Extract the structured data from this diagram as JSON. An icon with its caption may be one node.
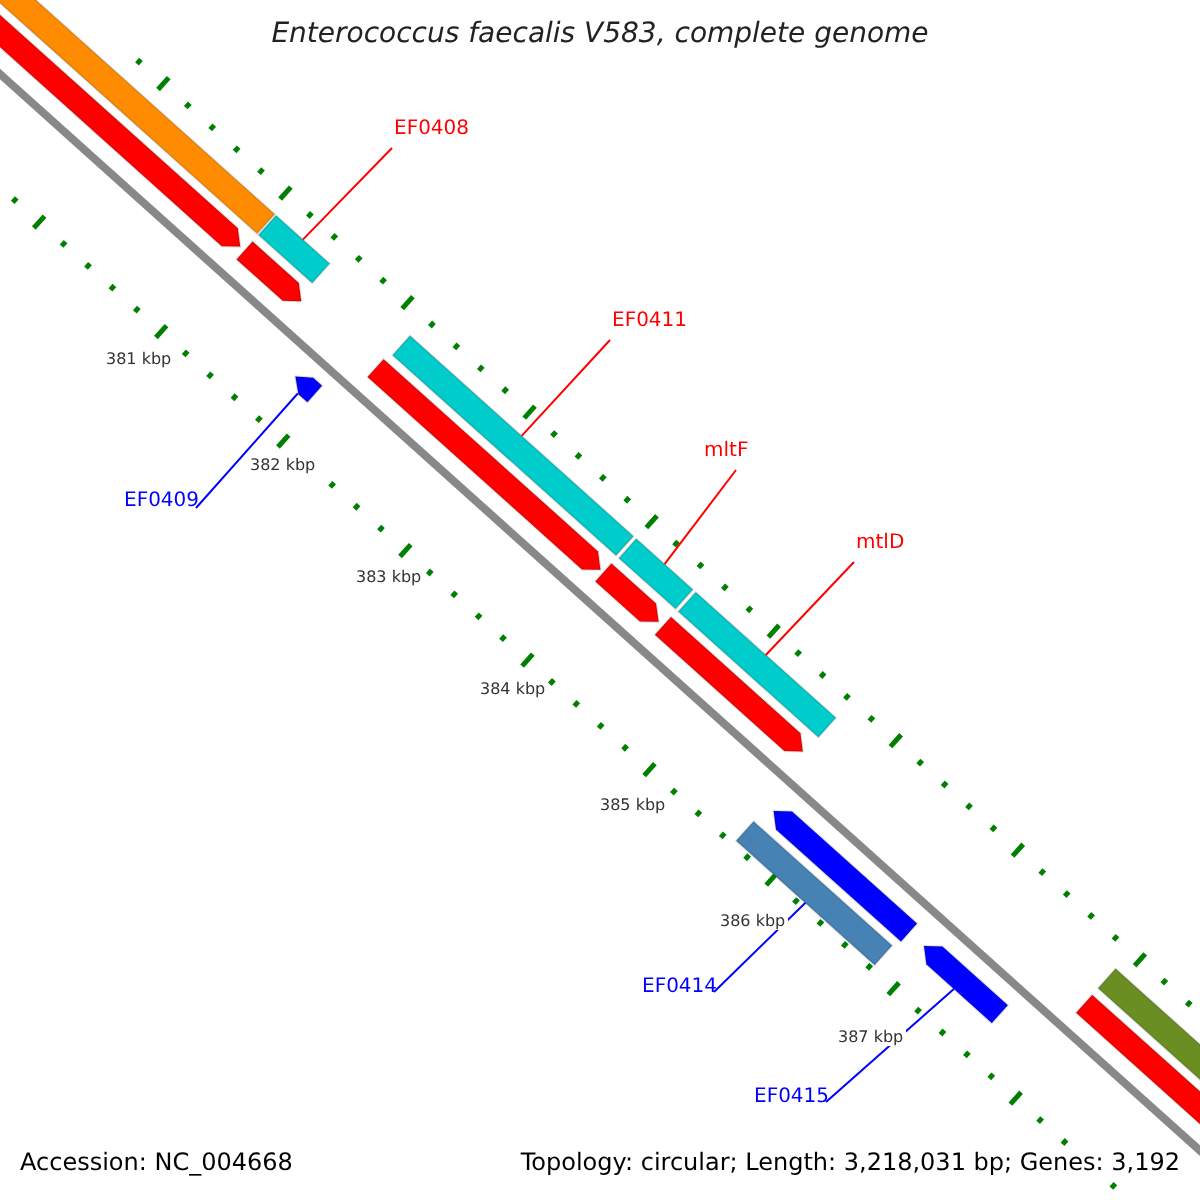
{
  "diagram": {
    "title": "Enterococcus faecalis V583, complete genome",
    "nodes": [
      {
        "text": [
          "EF0408"
        ]
      },
      {
        "text": [],
        "shape": "bar"
      },
      {
        "text": [
          "EF0411"
        ]
      },
      {
        "text": [],
        "shape": "bar"
      },
      {
        "text": [
          "mltF"
        ]
      },
      {
        "text": [],
        "shape": "bar"
      },
      {
        "text": [
          "mtlD"
        ]
      },
      {
        "text": [],
        "shape": "bar"
      },
      {
        "text": [
          "EF0409"
        ]
      },
      {
        "text": [],
        "shape": "pentagon"
      },
      {
        "text": [
          "EF0414"
        ]
      },
      {
        "text": [],
        "shape": "bar"
      },
      {
        "text": [
          "EF0415"
        ]
      },
      {
        "text": [],
        "shape": "pentagon"
      }
    ],
    "edges": [
      {
        "from": 0,
        "to": 1,
        "arrow": "none"
      },
      {
        "from": 2,
        "to": 3,
        "arrow": "none"
      },
      {
        "from": 4,
        "to": 5,
        "arrow": "none"
      },
      {
        "from": 6,
        "to": 7,
        "arrow": "none"
      },
      {
        "from": 8,
        "to": 9,
        "arrow": "none",
        "color": "#0000ff"
      },
      {
        "from": 10,
        "to": 11,
        "arrow": "none",
        "color": "#0000ff"
      },
      {
        "from": 12,
        "to": 13,
        "arrow": "none",
        "color": "#0000ff"
      }
    ],
    "labels": [
      "381 kbp",
      "382 kbp",
      "383 kbp",
      "384 kbp",
      "385 kbp",
      "386 kbp",
      "387 kbp",
      "Accession: NC_004668",
      "Topology: circular; Length: 3,218,031 bp; Genes: 3,192"
    ]
  }
}
